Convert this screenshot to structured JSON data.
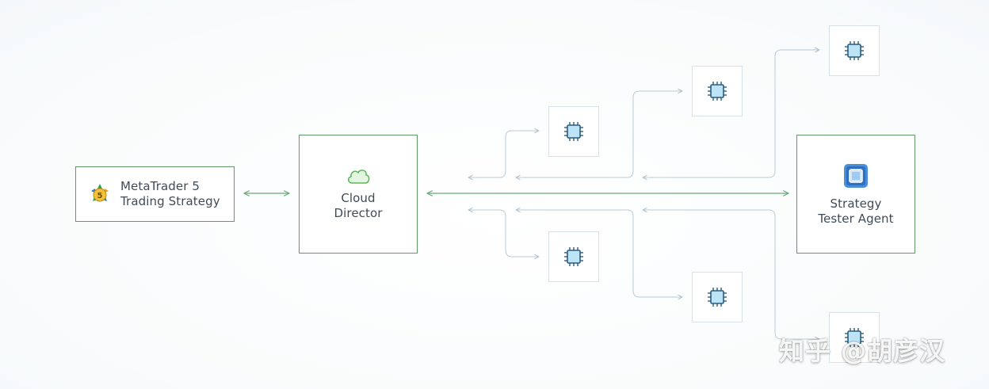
{
  "metatrader": {
    "line1": "MetaTrader 5",
    "line2": "Trading Strategy",
    "logo_icon": "metatrader5-logo-icon"
  },
  "director": {
    "line1": "Cloud",
    "line2": "Director",
    "icon": "cloud-icon"
  },
  "agent": {
    "line1": "Strategy",
    "line2": "Tester Agent",
    "icon": "cpu-chip-icon"
  },
  "remote_agents": {
    "count_shown": 6,
    "icon": "cpu-chip-icon"
  },
  "watermark": {
    "text": "知乎 @胡彦汉"
  },
  "colors": {
    "main_border": "#5f9a67",
    "main_arrow": "#6aa77a",
    "wire": "#b9ccd8",
    "chip_fill": "#bde3f6",
    "chip_stroke": "#2b5d7f",
    "cloud_stroke": "#5cb85c",
    "cloud_fill": "#e4f5e2",
    "text": "#3f4b56"
  }
}
